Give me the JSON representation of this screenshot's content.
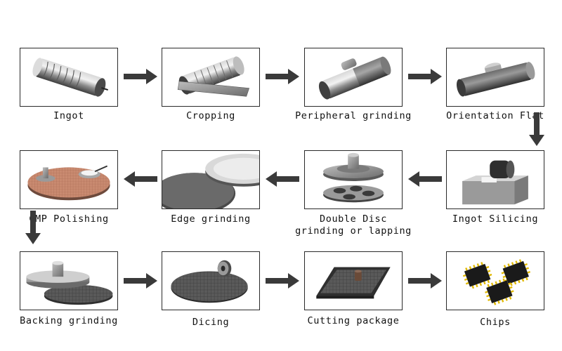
{
  "steps": [
    {
      "id": "ingot",
      "label": "Ingot",
      "icon": "ingot-icon"
    },
    {
      "id": "cropping",
      "label": "Cropping",
      "icon": "cropping-icon"
    },
    {
      "id": "peripheral-grinding",
      "label": "Peripheral grinding",
      "icon": "peripheral-grinding-icon"
    },
    {
      "id": "orientation-flat",
      "label": "Orientation Flat",
      "icon": "orientation-flat-icon"
    },
    {
      "id": "ingot-silicing",
      "label": "Ingot Silicing",
      "icon": "ingot-slicing-icon"
    },
    {
      "id": "double-disc",
      "label": "Double Disc",
      "label2": "grinding or lapping",
      "icon": "double-disc-icon"
    },
    {
      "id": "edge-grinding",
      "label": "Edge grinding",
      "icon": "edge-grinding-icon"
    },
    {
      "id": "cmp-polishing",
      "label": "CMP Polishing",
      "icon": "cmp-polishing-icon"
    },
    {
      "id": "backing-grinding",
      "label": "Backing grinding",
      "icon": "backing-grinding-icon"
    },
    {
      "id": "dicing",
      "label": "Dicing",
      "icon": "dicing-icon"
    },
    {
      "id": "cutting-package",
      "label": "Cutting package",
      "icon": "cutting-package-icon"
    },
    {
      "id": "chips",
      "label": "Chips",
      "icon": "chips-icon"
    }
  ],
  "colors": {
    "border": "#2a2a2a",
    "arrow": "#3a3a3a",
    "metal": "#8a8a8a",
    "wafer": "#c98a70"
  }
}
